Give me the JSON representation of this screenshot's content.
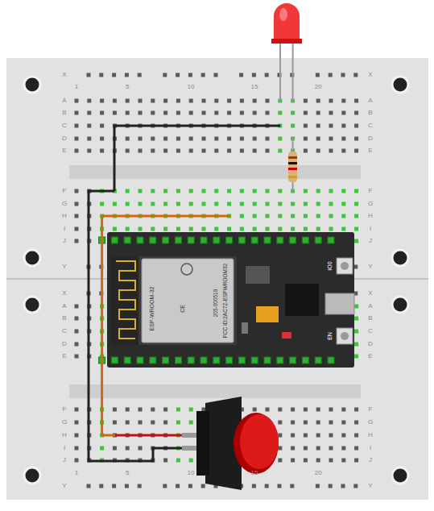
{
  "diagram": {
    "nodes": [
      {
        "text": [
          "IO0",
          "EN"
        ]
      },
      {
        "text": [
          "ESP-WROOM-32",
          "CE",
          "205-000519",
          "FCC ID:2AC7Z-ESPWROOM32"
        ],
        "in": 0
      }
    ],
    "labels": [
      "X",
      "A",
      "B",
      "C",
      "D",
      "E",
      "F",
      "G",
      "H",
      "I",
      "J",
      "Y",
      "X",
      "A",
      "B",
      "C",
      "D",
      "E",
      "F",
      "G",
      "H",
      "I",
      "J",
      "Y",
      "X",
      "A",
      "B",
      "C",
      "D",
      "E",
      "F",
      "G",
      "H",
      "I",
      "J",
      "Y",
      "X",
      "A",
      "B",
      "C",
      "D",
      "E",
      "F",
      "G",
      "H",
      "I",
      "J",
      "Y",
      "1",
      "5",
      "10",
      "15",
      "20",
      "1",
      "5",
      "10",
      "15",
      "20"
    ]
  }
}
